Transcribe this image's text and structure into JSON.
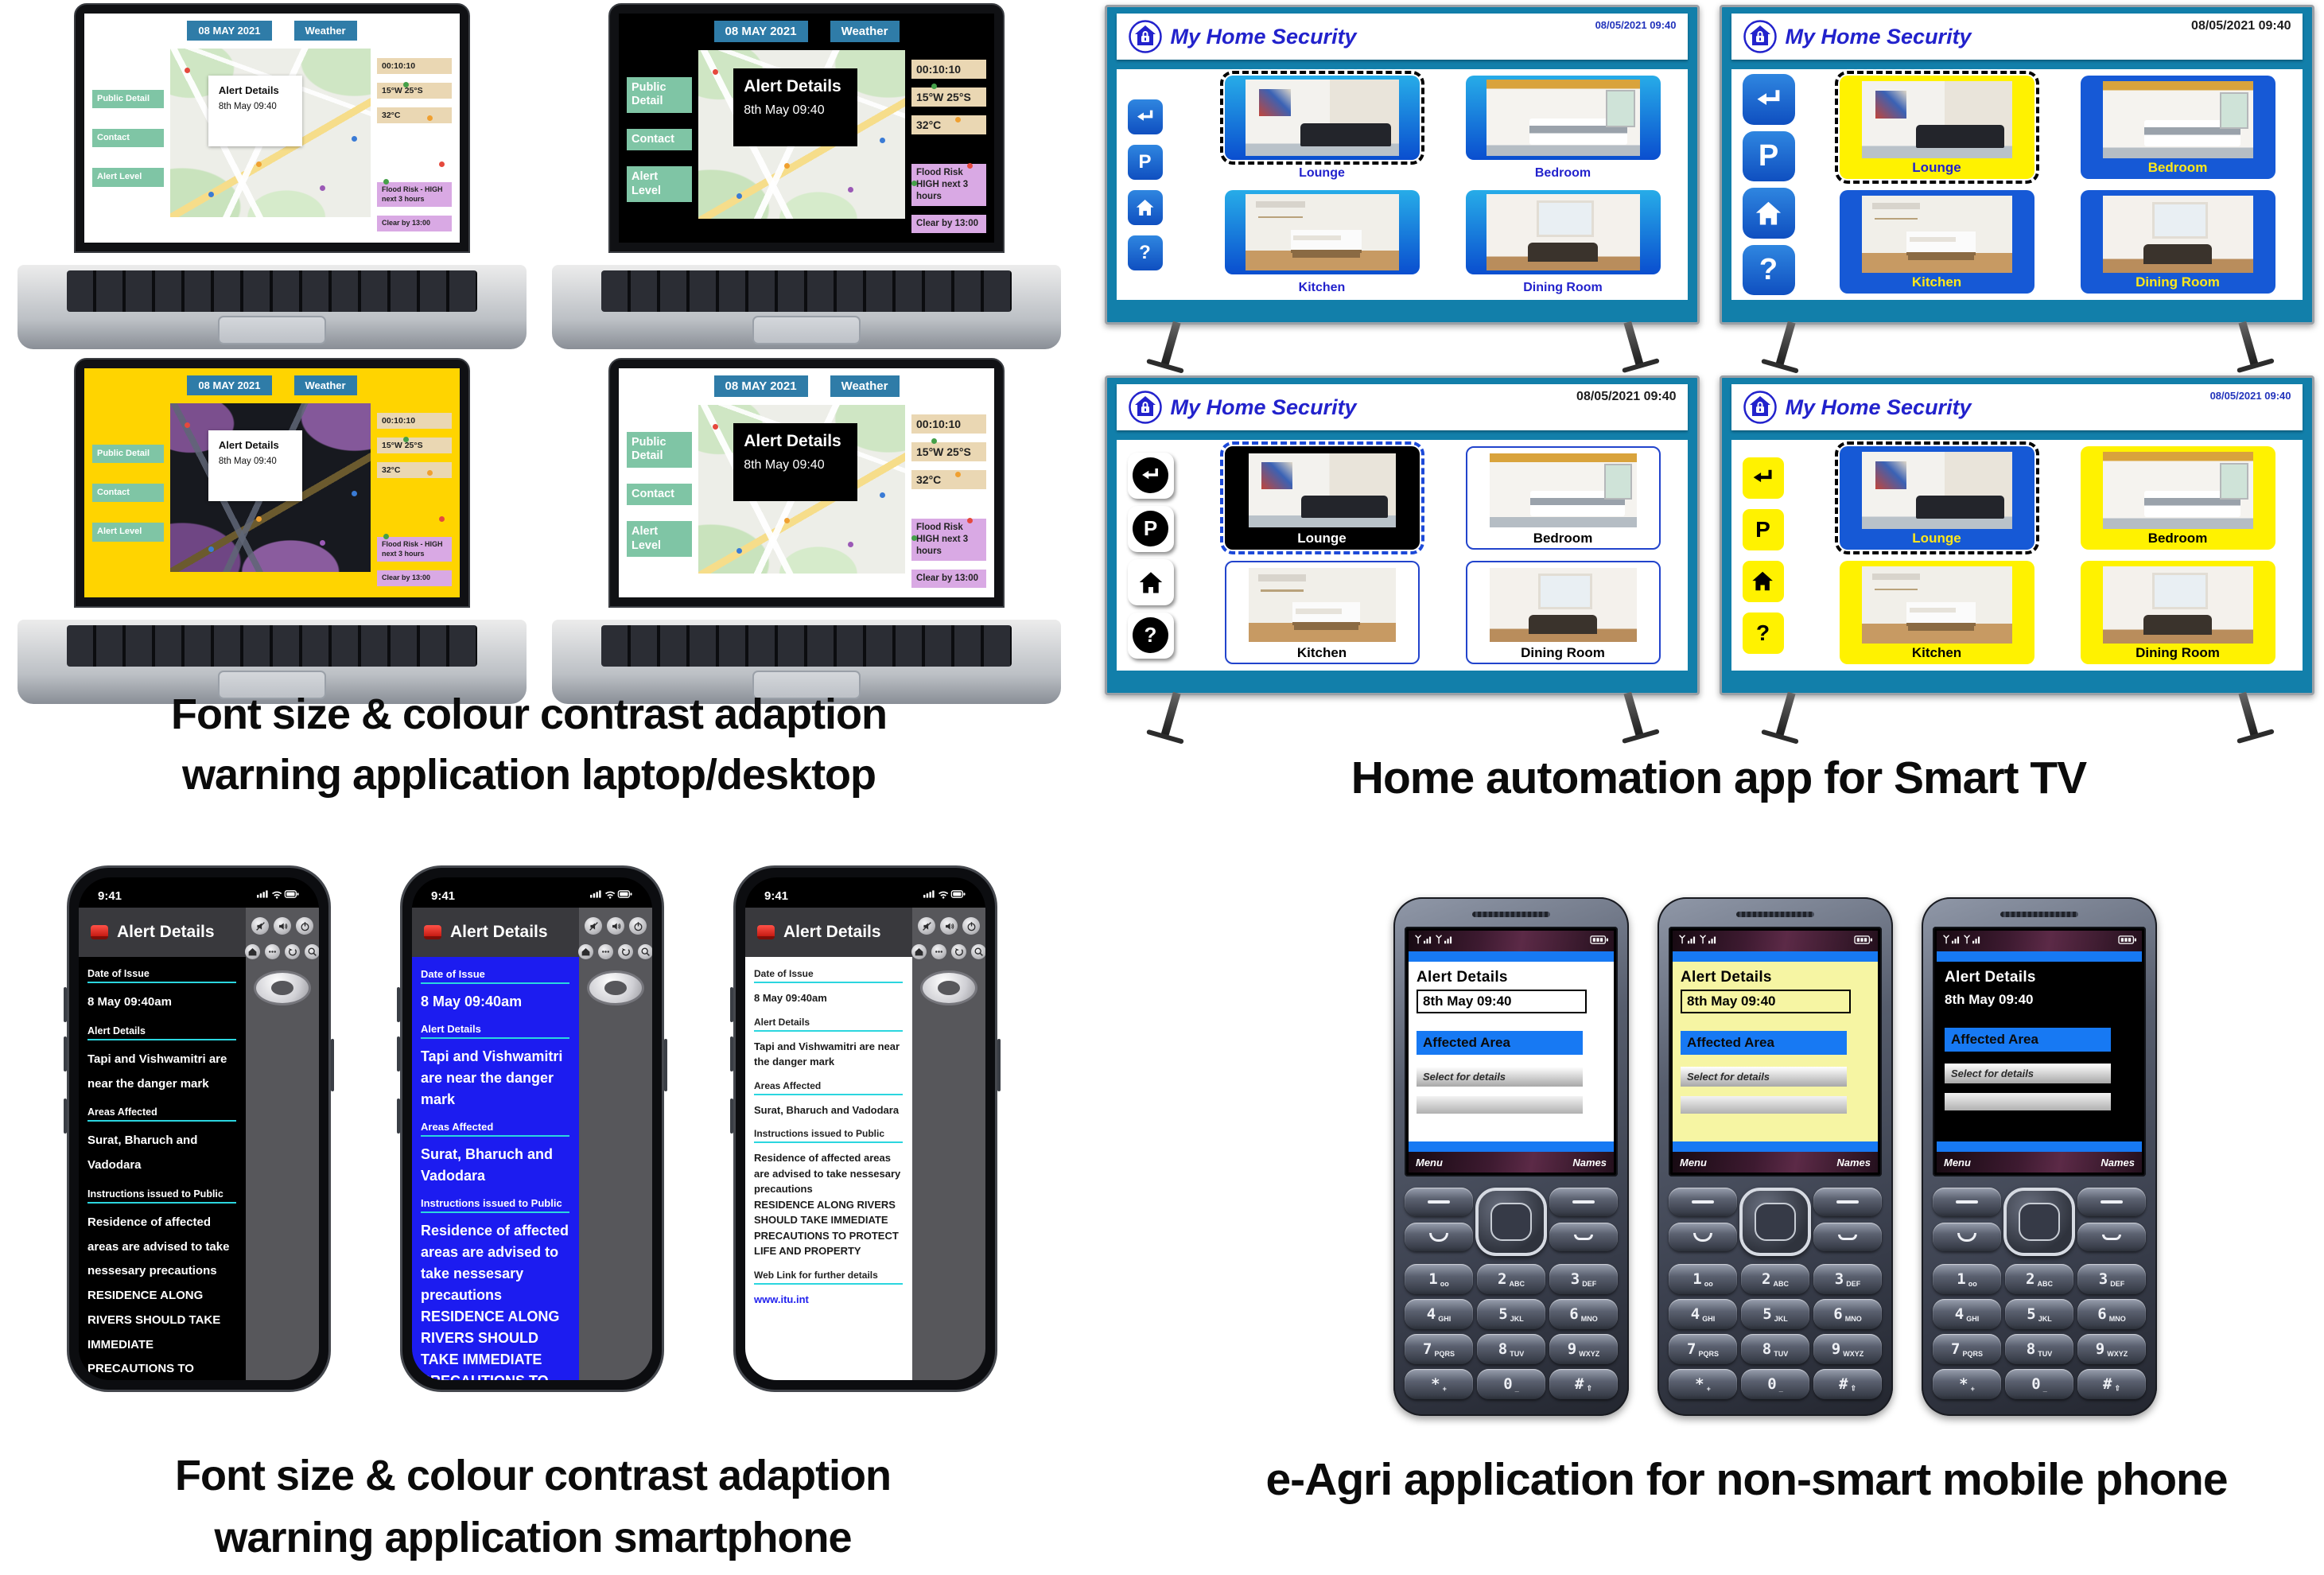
{
  "captions": {
    "laptops_line1": "Font size & colour contrast adaption",
    "laptops_line2": "warning application laptop/desktop",
    "tv": "Home automation app for Smart TV",
    "phones_line1": "Font size & colour contrast adaption",
    "phones_line2": "warning application smartphone",
    "feature": "e-Agri application for non-smart mobile phone"
  },
  "laptop_app": {
    "date": "08 MAY 2021",
    "weather": "Weather",
    "nav": [
      "Public Detail",
      "Contact",
      "Alert Level"
    ],
    "alert_title": "Alert Details",
    "alert_time": "8th May  09:40",
    "info_time": "00:10:10",
    "info_coords": "15°W 25°S",
    "info_temp": "32°C",
    "flood_small": "Flood Risk - HIGH next 3 hours",
    "flood_big": "Flood Risk HIGH next 3 hours",
    "clear": "Clear by 13:00"
  },
  "tv_app": {
    "title": "My Home Security",
    "datetime": "08/05/2021 09:40",
    "rooms": [
      "Lounge",
      "Bedroom",
      "Kitchen",
      "Dining Room"
    ],
    "parking_glyph": "P",
    "help_glyph": "?",
    "sidebar_icons": [
      "return-icon",
      "parking-icon",
      "home-icon",
      "help-icon"
    ]
  },
  "phone_app": {
    "status_time": "9:41",
    "header": "Alert Details",
    "sections": [
      {
        "label": "Date of Issue",
        "text": "8 May 09:40am"
      },
      {
        "label": "Alert Details",
        "text": "Tapi and Vishwamitri are near the danger mark"
      },
      {
        "label": "Areas Affected",
        "text": "Surat, Bharuch and Vadodara"
      },
      {
        "label": "Instructions issued to Public",
        "text": "Residence of affected areas are advised to take nessesary precautions\nRESIDENCE ALONG RIVERS SHOULD TAKE IMMEDIATE PRECAUTIONS TO PROTECT LIFE AND PROPERTY"
      },
      {
        "label": "Web Link for further details",
        "text": "www.itu.int"
      }
    ]
  },
  "feature_app": {
    "title": "Alert Details",
    "date": "8th May 09:40",
    "affected": "Affected Area",
    "select": "Select for details",
    "menu": "Menu",
    "names": "Names",
    "keys": [
      {
        "n": "1",
        "s": "oo"
      },
      {
        "n": "2",
        "s": "ABC"
      },
      {
        "n": "3",
        "s": "DEF"
      },
      {
        "n": "4",
        "s": "GHI"
      },
      {
        "n": "5",
        "s": "JKL"
      },
      {
        "n": "6",
        "s": "MNO"
      },
      {
        "n": "7",
        "s": "PQRS"
      },
      {
        "n": "8",
        "s": "TUV"
      },
      {
        "n": "9",
        "s": "WXYZ"
      },
      {
        "n": "*",
        "s": "+"
      },
      {
        "n": "0",
        "s": "_"
      },
      {
        "n": "#",
        "s": "⇧"
      }
    ]
  },
  "colors": {
    "steel": "#2F7CA8",
    "green": "#7FC5A5",
    "tan": "#EAD7B3",
    "purple": "#D9A9E4",
    "lap-yellow": "#FFD400",
    "tvframe": "#127FAA",
    "tvyellow": "#FFF200",
    "labelblue": "#2222CC",
    "cyan": "#2BD6DF",
    "phoneblue": "#1C1CF0",
    "link": "#2222EE",
    "fpblue": "#1779F3"
  }
}
